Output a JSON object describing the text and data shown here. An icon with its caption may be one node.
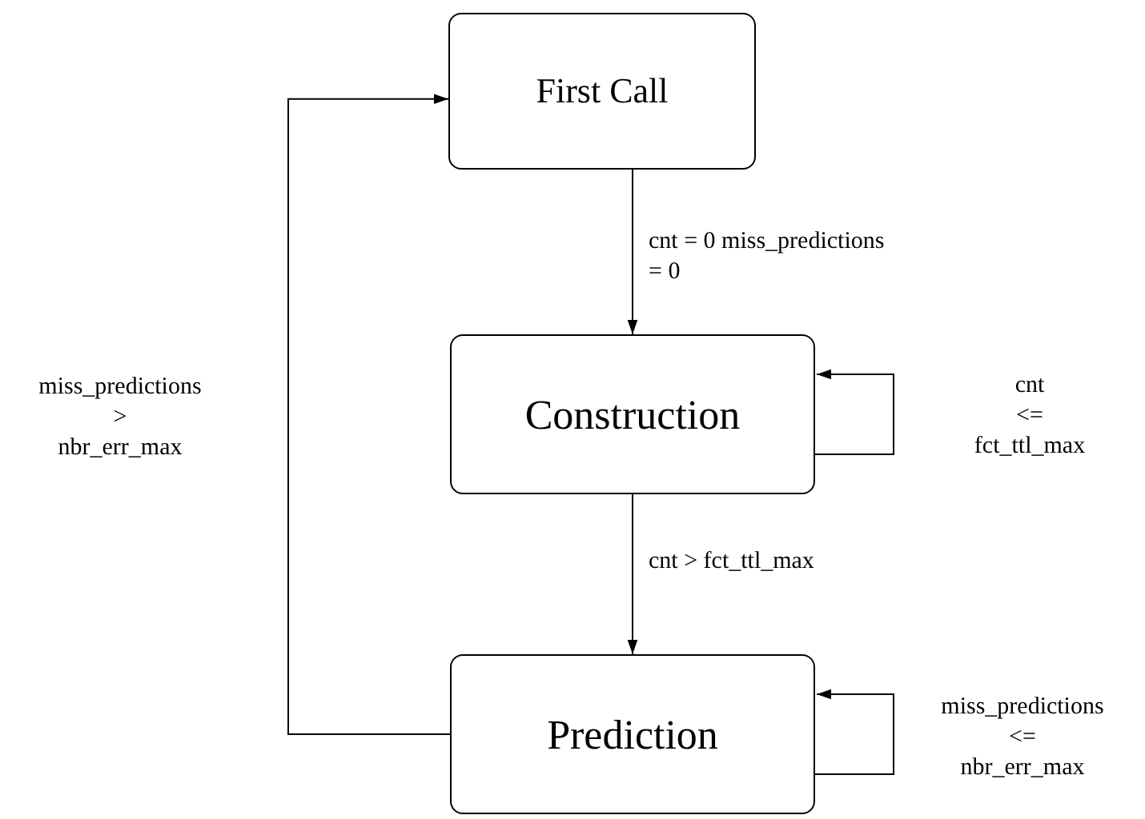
{
  "diagram": {
    "nodes": [
      {
        "text": [
          "First Call"
        ]
      },
      {
        "text": [
          "Construction"
        ]
      },
      {
        "text": [
          "Prediction"
        ]
      }
    ],
    "edges": [
      {
        "from": 0,
        "to": 1,
        "arrow": "to",
        "label": "cnt = 0 miss_predictions = 0"
      },
      {
        "from": 1,
        "to": 1,
        "arrow": "to",
        "label": "cnt <= fct_ttl_max"
      },
      {
        "from": 1,
        "to": 2,
        "arrow": "to",
        "label": "cnt > fct_ttl_max"
      },
      {
        "from": 2,
        "to": 2,
        "arrow": "to",
        "label": "miss_predictions <= nbr_err_max"
      },
      {
        "from": 2,
        "to": 0,
        "arrow": "to",
        "label": "miss_predictions > nbr_err_max"
      }
    ]
  }
}
